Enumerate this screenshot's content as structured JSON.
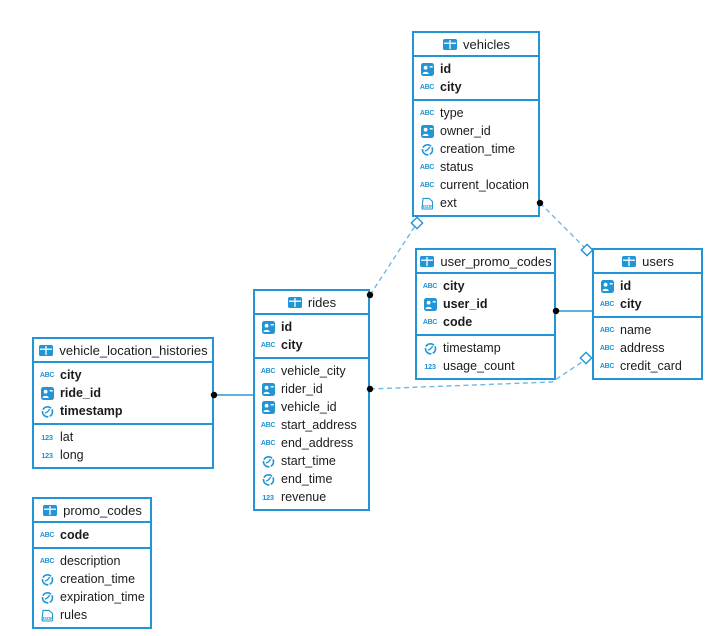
{
  "diagram": {
    "colors": {
      "accent": "#2195d6",
      "dashed_line": "#6db9e8",
      "solid_line": "#2e96d8",
      "endpoint_dot": "#000000",
      "text": "#1b1b1d",
      "background": "#ffffff"
    },
    "tables": [
      {
        "id": "vehicles",
        "name": "vehicles",
        "primary_key": [
          {
            "name": "id",
            "type": "uuid"
          },
          {
            "name": "city",
            "type": "text"
          }
        ],
        "columns": [
          {
            "name": "type",
            "type": "text"
          },
          {
            "name": "owner_id",
            "type": "uuid"
          },
          {
            "name": "creation_time",
            "type": "timestamp"
          },
          {
            "name": "status",
            "type": "text"
          },
          {
            "name": "current_location",
            "type": "text"
          },
          {
            "name": "ext",
            "type": "json"
          }
        ]
      },
      {
        "id": "user_promo_codes",
        "name": "user_promo_codes",
        "primary_key": [
          {
            "name": "city",
            "type": "text"
          },
          {
            "name": "user_id",
            "type": "uuid"
          },
          {
            "name": "code",
            "type": "text"
          }
        ],
        "columns": [
          {
            "name": "timestamp",
            "type": "timestamp"
          },
          {
            "name": "usage_count",
            "type": "number"
          }
        ]
      },
      {
        "id": "users",
        "name": "users",
        "primary_key": [
          {
            "name": "id",
            "type": "uuid"
          },
          {
            "name": "city",
            "type": "text"
          }
        ],
        "columns": [
          {
            "name": "name",
            "type": "text"
          },
          {
            "name": "address",
            "type": "text"
          },
          {
            "name": "credit_card",
            "type": "text"
          }
        ]
      },
      {
        "id": "rides",
        "name": "rides",
        "primary_key": [
          {
            "name": "id",
            "type": "uuid"
          },
          {
            "name": "city",
            "type": "text"
          }
        ],
        "columns": [
          {
            "name": "vehicle_city",
            "type": "text"
          },
          {
            "name": "rider_id",
            "type": "uuid"
          },
          {
            "name": "vehicle_id",
            "type": "uuid"
          },
          {
            "name": "start_address",
            "type": "text"
          },
          {
            "name": "end_address",
            "type": "text"
          },
          {
            "name": "start_time",
            "type": "timestamp"
          },
          {
            "name": "end_time",
            "type": "timestamp"
          },
          {
            "name": "revenue",
            "type": "number"
          }
        ]
      },
      {
        "id": "vehicle_location_histories",
        "name": "vehicle_location_histories",
        "primary_key": [
          {
            "name": "city",
            "type": "text"
          },
          {
            "name": "ride_id",
            "type": "uuid"
          },
          {
            "name": "timestamp",
            "type": "timestamp"
          }
        ],
        "columns": [
          {
            "name": "lat",
            "type": "number"
          },
          {
            "name": "long",
            "type": "number"
          }
        ]
      },
      {
        "id": "promo_codes",
        "name": "promo_codes",
        "primary_key": [
          {
            "name": "code",
            "type": "text"
          }
        ],
        "columns": [
          {
            "name": "description",
            "type": "text"
          },
          {
            "name": "creation_time",
            "type": "timestamp"
          },
          {
            "name": "expiration_time",
            "type": "timestamp"
          },
          {
            "name": "rules",
            "type": "json"
          }
        ]
      }
    ],
    "relationships": [
      {
        "from_table": "rides",
        "to_table": "vehicles",
        "line_style": "dashed"
      },
      {
        "from_table": "vehicles",
        "to_table": "users",
        "line_style": "dashed"
      },
      {
        "from_table": "user_promo_codes",
        "to_table": "users",
        "line_style": "solid"
      },
      {
        "from_table": "rides",
        "to_table": "users",
        "line_style": "dashed"
      },
      {
        "from_table": "vehicle_location_histories",
        "to_table": "rides",
        "line_style": "solid"
      }
    ]
  }
}
